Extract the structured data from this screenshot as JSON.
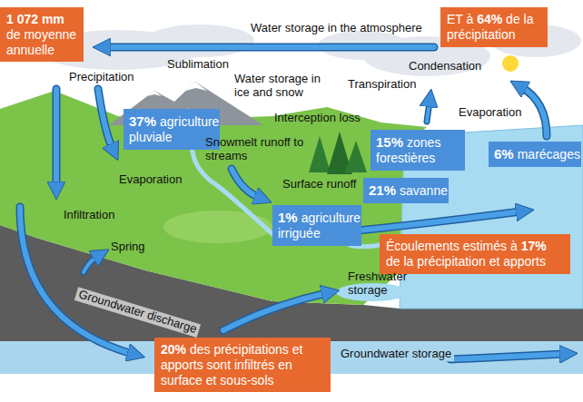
{
  "diagram": {
    "nodes": [
      {
        "text": [
          "1 072 mm de moyenne annuelle"
        ]
      },
      {
        "text": [
          "ET à 64% de la précipitation"
        ]
      },
      {
        "text": [
          "37%",
          "agriculture pluviale"
        ]
      },
      {
        "text": [
          "15%",
          "zones forestières"
        ]
      },
      {
        "text": [
          "6%",
          "marécages"
        ]
      },
      {
        "text": [
          "21%",
          "savanne"
        ]
      },
      {
        "text": [
          "1%",
          "agriculture irriguée"
        ]
      },
      {
        "text": [
          "Écoulements estimés à 17% de la précipitation et apports"
        ]
      },
      {
        "text": [
          "20% des précipitations et apports sont infiltrés en surface et sous-sols"
        ]
      }
    ],
    "labels": [
      "Water storage in the atmosphere",
      "Precipitation",
      "Sublimation",
      "Water storage in ice and snow",
      "Condensation",
      "Transpiration",
      "Evaporation",
      "Interception loss",
      "Snowmelt runoff to streams",
      "Evaporation",
      "Surface runoff",
      "Infiltration",
      "Spring",
      "Freshwater storage",
      "Groundwater discharge",
      "Groundwater storage"
    ]
  }
}
